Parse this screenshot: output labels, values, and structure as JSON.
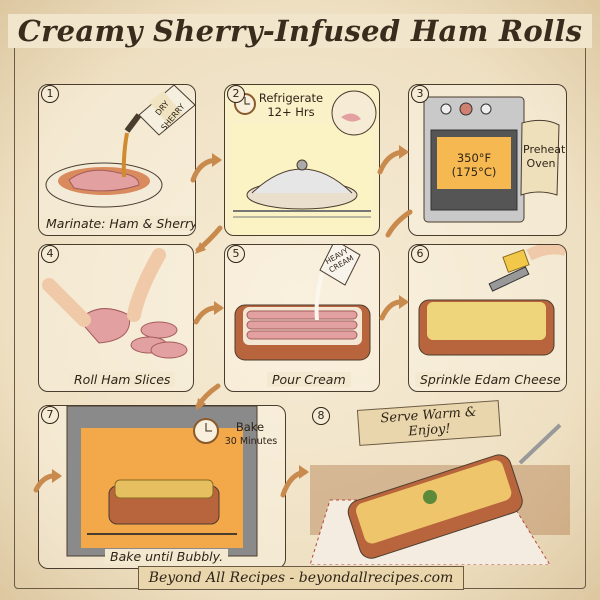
{
  "title": "Creamy Sherry-Infused Ham Rolls",
  "steps": [
    {
      "number": "1",
      "label": "Marinate: Ham & Sherry",
      "bottle_label": "DRY SHERRY"
    },
    {
      "number": "2",
      "label": "Refrigerate",
      "sublabel": "12+ Hrs"
    },
    {
      "number": "3",
      "temp_f": "350°F",
      "temp_c": "(175°C)",
      "sign": "Preheat Oven"
    },
    {
      "number": "4",
      "label": "Roll Ham Slices"
    },
    {
      "number": "5",
      "label": "Pour Cream",
      "carton_label": "HEAVY CREAM"
    },
    {
      "number": "6",
      "label": "Sprinkle Edam Cheese"
    },
    {
      "number": "7",
      "label": "Bake until Bubbly.",
      "timer_title": "Bake",
      "timer_text": "30 Minutes"
    },
    {
      "number": "8",
      "banner": "Serve Warm & Enjoy!"
    }
  ],
  "footer": "Beyond All Recipes - beyondallrecipes.com",
  "colors": {
    "paper": "#efe3c8",
    "ink": "#2e2418",
    "dish": "#b8643c",
    "ham": "#e3a0a0",
    "cheese": "#e9c45a",
    "arrow": "#c98a4e"
  }
}
